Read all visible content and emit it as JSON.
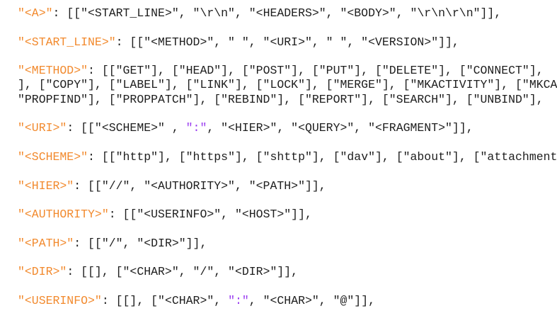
{
  "colors": {
    "key": "#f28a2e",
    "special": "#9a3cf0",
    "text": "#1e1e1e"
  },
  "blocks": [
    {
      "lines": [
        [
          {
            "t": "\"<A>\"",
            "c": "key"
          },
          {
            "t": ": [[\"<START_LINE>\", \"\\r\\n\", \"<HEADERS>\", \"<BODY>\", \"\\r\\n\\r\\n\"]],"
          }
        ]
      ]
    },
    {
      "lines": [
        [
          {
            "t": "\"<START_LINE>\"",
            "c": "key"
          },
          {
            "t": ": [[\"<METHOD>\", \" \", \"<URI>\", \" \", \"<VERSION>\"]],"
          }
        ]
      ]
    },
    {
      "lines": [
        [
          {
            "t": "\"<METHOD>\"",
            "c": "key"
          },
          {
            "t": ": [[\"GET\"], [\"HEAD\"], [\"POST\"], [\"PUT\"], [\"DELETE\"], [\"CONNECT\"],"
          }
        ],
        [
          {
            "t": "], [\"COPY\"], [\"LABEL\"], [\"LINK\"], [\"LOCK\"], [\"MERGE\"], [\"MKACTIVITY\"], [\"MKCA"
          }
        ],
        [
          {
            "t": "\"PROPFIND\"], [\"PROPPATCH\"], [\"REBIND\"], [\"REPORT\"], [\"SEARCH\"], [\"UNBIND\"],"
          }
        ]
      ]
    },
    {
      "lines": [
        [
          {
            "t": "\"<URI>\"",
            "c": "key"
          },
          {
            "t": ": [[\"<SCHEME>\" , "
          },
          {
            "t": "\":\"",
            "c": "sep"
          },
          {
            "t": ", \"<HIER>\", \"<QUERY>\", \"<FRAGMENT>\"]],"
          }
        ]
      ]
    },
    {
      "lines": [
        [
          {
            "t": "\"<SCHEME>\"",
            "c": "key"
          },
          {
            "t": ": [[\"http\"], [\"https\"], [\"shttp\"], [\"dav\"], [\"about\"], [\"attachment"
          }
        ]
      ]
    },
    {
      "lines": [
        [
          {
            "t": "\"<HIER>\"",
            "c": "key"
          },
          {
            "t": ": [[\"//\", \"<AUTHORITY>\", \"<PATH>\"]],"
          }
        ]
      ]
    },
    {
      "lines": [
        [
          {
            "t": "\"<AUTHORITY>\"",
            "c": "key"
          },
          {
            "t": ": [[\"<USERINFO>\", \"<HOST>\"]],"
          }
        ]
      ]
    },
    {
      "lines": [
        [
          {
            "t": "\"<PATH>\"",
            "c": "key"
          },
          {
            "t": ": [[\"/\", \"<DIR>\"]],"
          }
        ]
      ]
    },
    {
      "lines": [
        [
          {
            "t": "\"<DIR>\"",
            "c": "key"
          },
          {
            "t": ": [[], [\"<CHAR>\", \"/\", \"<DIR>\"]],"
          }
        ]
      ]
    },
    {
      "lines": [
        [
          {
            "t": "\"<USERINFO>\"",
            "c": "key"
          },
          {
            "t": ": [[], [\"<CHAR>\", "
          },
          {
            "t": "\":\"",
            "c": "sep"
          },
          {
            "t": ", \"<CHAR>\", \"@\"]],"
          }
        ]
      ]
    }
  ]
}
